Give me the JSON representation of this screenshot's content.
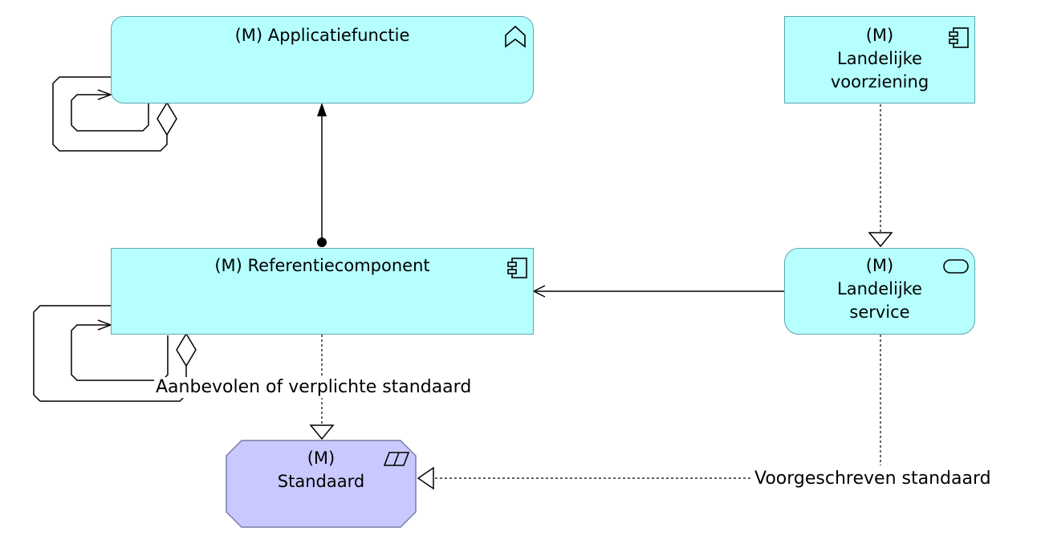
{
  "diagram": {
    "nodes": {
      "applicatiefunctie": {
        "label": "(M) Applicatiefunctie",
        "icon": "application-function-icon"
      },
      "landelijke_voorziening": {
        "label": "(M)\nLandelijke\nvoorziening",
        "icon": "application-component-icon"
      },
      "referentiecomponent": {
        "label": "(M) Referentiecomponent",
        "icon": "application-component-icon"
      },
      "landelijke_service": {
        "label": "(M)\nLandelijke\nservice",
        "icon": "application-service-icon"
      },
      "standaard": {
        "label": "(M)\nStandaard",
        "icon": "representation-icon"
      }
    },
    "edge_labels": {
      "aanbevolen": "Aanbevolen of verplichte standaard",
      "voorgeschreven": "Voorgeschreven standaard"
    },
    "colors": {
      "application": "#b5ffff",
      "application_border": "#5fa8b0",
      "technology": "#c9c9ff",
      "technology_border": "#7a7aa8",
      "line": "#000000"
    }
  }
}
